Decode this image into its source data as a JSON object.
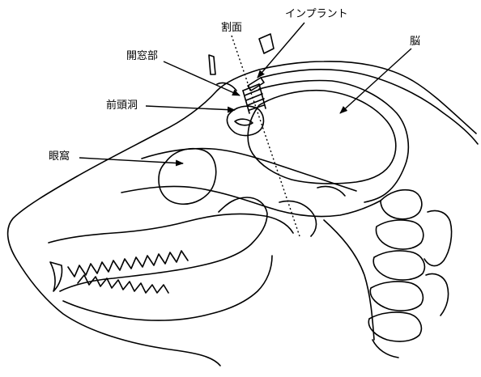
{
  "labels": {
    "implant": "インプラント",
    "section": "割面",
    "brain": "脳",
    "opening": "開窓部",
    "frontal_sinus": "前頭洞",
    "orbit": "眼窩"
  },
  "colors": {
    "line": "#000000",
    "background": "#ffffff"
  }
}
